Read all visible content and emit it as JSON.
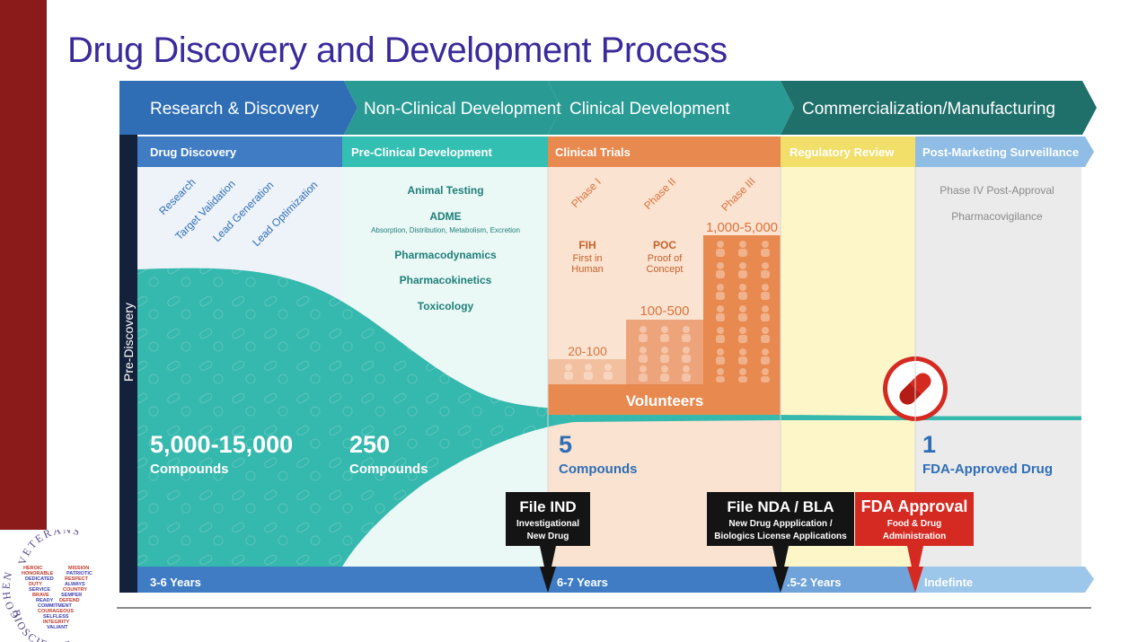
{
  "slide": {
    "title": "Drug Discovery and Development Process"
  },
  "stages": [
    {
      "label": "Research & Discovery"
    },
    {
      "label": "Non-Clinical Development"
    },
    {
      "label": "Clinical Development"
    },
    {
      "label": "Commercialization/Manufacturing"
    }
  ],
  "subheaders": [
    {
      "label": "Drug Discovery",
      "color": "#3f7cc4"
    },
    {
      "label": "Pre-Clinical Development",
      "color": "#34bfb3"
    },
    {
      "label": "Clinical Trials",
      "color": "#e8894f"
    },
    {
      "label": "Regulatory Review",
      "color": "#f2df6a"
    },
    {
      "label": "Post-Marketing Surveillance",
      "color": "#8fbde6"
    }
  ],
  "side_label": "Pre-Discovery",
  "discovery_steps": [
    "Research",
    "Target Validation",
    "Lead Generation",
    "Lead Optimization"
  ],
  "preclinical_items": {
    "animal_testing": "Animal Testing",
    "adme": "ADME",
    "adme_detail": "Absorption, Distribution, Metabolism, Excretion",
    "pharmacodynamics": "Pharmacodynamics",
    "pharmacokinetics": "Pharmacokinetics",
    "toxicology": "Toxicology"
  },
  "phases": [
    {
      "name": "Phase I",
      "abbr": "FIH",
      "line1": "First in",
      "line2": "Human",
      "count": "20-100"
    },
    {
      "name": "Phase II",
      "abbr": "POC",
      "line1": "Proof of",
      "line2": "Concept",
      "count": "100-500"
    },
    {
      "name": "Phase III",
      "count": "1,000-5,000"
    }
  ],
  "volunteers_label": "Volunteers",
  "post_marketing": {
    "item1": "Phase IV Post-Approval",
    "item2": "Pharmacovigilance"
  },
  "compounds": [
    {
      "count": "5,000-15,000",
      "label": "Compounds"
    },
    {
      "count": "250",
      "label": "Compounds"
    },
    {
      "count": "5",
      "label": "Compounds"
    },
    {
      "count": "1",
      "label": "FDA-Approved Drug"
    }
  ],
  "milestones": [
    {
      "title": "File IND",
      "line1": "Investigational",
      "line2": "New Drug",
      "color": "#141414"
    },
    {
      "title": "File NDA / BLA",
      "line1": "New Drug Appplication /",
      "line2": "Biologics License Applications",
      "color": "#141414"
    },
    {
      "title": "FDA Approval",
      "line1": "Food & Drug",
      "line2": "Administration",
      "color": "#d42a22"
    }
  ],
  "timeline": [
    {
      "label": "3-6 Years"
    },
    {
      "label": "6-7 Years"
    },
    {
      "label": ".5-2 Years"
    },
    {
      "label": "Indefinte"
    }
  ],
  "logo": {
    "top_arc": "VETERANS",
    "left_arc": "COHEN",
    "bottom_arc": "BIOSCIENCE",
    "words_left": [
      "HEROIC",
      "HONORABLE",
      "DEDICATED",
      "DUTY",
      "SERVICE",
      "BRAVE",
      "READY"
    ],
    "words_right": [
      "MISSION",
      "PATRIOTIC",
      "RESPECT",
      "ALWAYS",
      "COUNTRY",
      "SEMPER",
      "DEFEND"
    ],
    "words_bottom": [
      "COMMITMENT",
      "COURAGEOUS",
      "SELFLESS",
      "INTEGRITY",
      "VALIANT"
    ]
  },
  "colors": {
    "title": "#3a2a9a",
    "side_bar": "#8b1a1a",
    "teal_flow": "#35b8ad",
    "header_blue": "#2f6eb5",
    "header_teal": "#2a9b94",
    "header_dark_teal": "#1f6f6a",
    "clinical_fill": "#fbe3d2",
    "regulatory_fill": "#fdf6c9",
    "post_fill": "#ebebeb"
  }
}
